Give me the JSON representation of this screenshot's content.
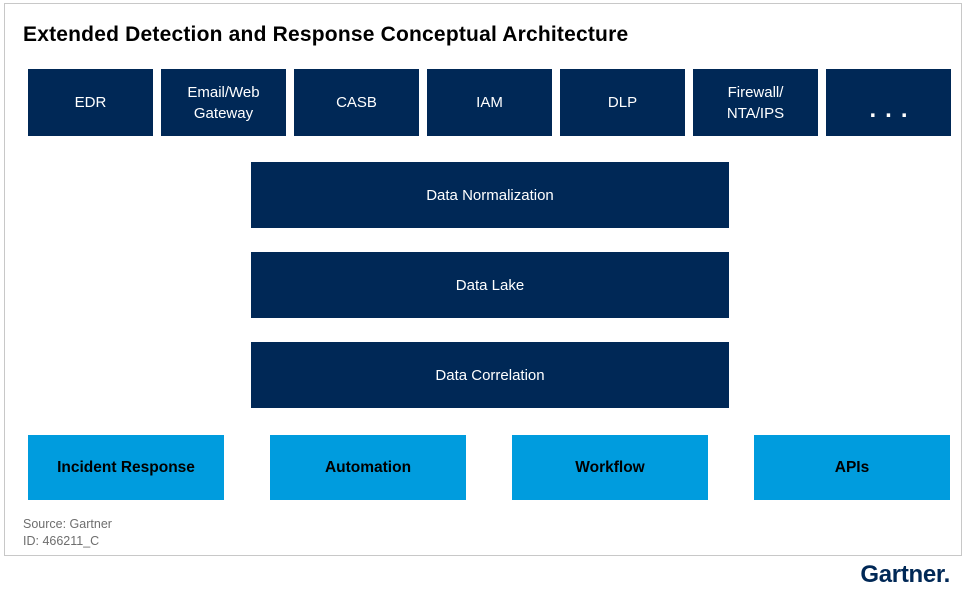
{
  "title": "Extended Detection and Response Conceptual Architecture",
  "colors": {
    "navy": "#002856",
    "light_blue": "#009CDE",
    "frame_border": "#c8c8c8",
    "footer_text": "#6e6e6e",
    "logo_navy": "#002856"
  },
  "top_row": [
    {
      "lines": [
        "EDR"
      ]
    },
    {
      "lines": [
        "Email/Web",
        "Gateway"
      ]
    },
    {
      "lines": [
        "CASB"
      ]
    },
    {
      "lines": [
        "IAM"
      ]
    },
    {
      "lines": [
        "DLP"
      ]
    },
    {
      "lines": [
        "Firewall/",
        "NTA/IPS"
      ]
    },
    {
      "lines": [
        "..."
      ]
    }
  ],
  "pipeline": [
    "Data Normalization",
    "Data Lake",
    "Data Correlation"
  ],
  "capabilities": [
    "Incident Response",
    "Automation",
    "Workflow",
    "APIs"
  ],
  "footer": {
    "source": "Source: Gartner",
    "id": "ID: 466211_C"
  },
  "logo_text": "Gartner."
}
